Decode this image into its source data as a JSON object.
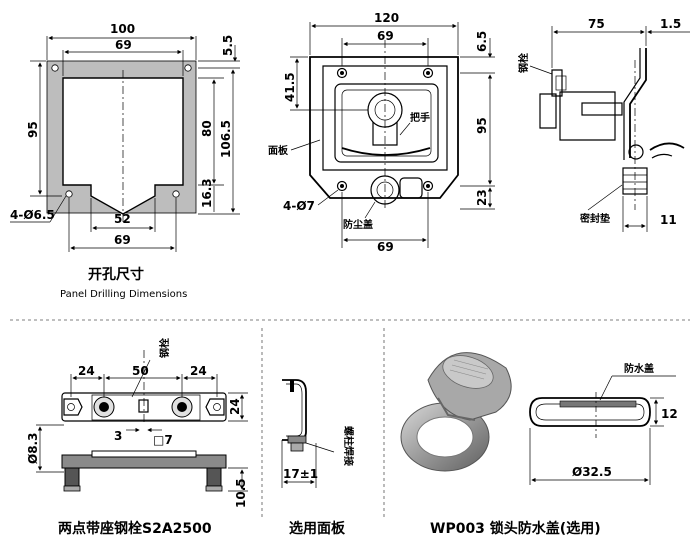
{
  "panel_drilling": {
    "title": "开孔尺寸",
    "subtitle": "Panel Drilling Dimensions",
    "dims": {
      "w100": "100",
      "w69": "69",
      "h5_5": "5.5",
      "h95": "95",
      "h80": "80",
      "h106_5": "106.5",
      "h16_3": "16.3",
      "w52": "52",
      "w69b": "69",
      "holes": "4-Ø6.5"
    }
  },
  "front_view": {
    "dims": {
      "w120": "120",
      "w69": "69",
      "h6_5": "6.5",
      "h41_5": "41.5",
      "h95": "95",
      "h23": "23",
      "w69b": "69",
      "holes": "4-Ø7"
    },
    "labels": {
      "handle": "把手",
      "panel": "面板",
      "dust_cover": "防尘盖"
    }
  },
  "side_view": {
    "dims": {
      "w75": "75",
      "w1_5": "1.5",
      "w11": "11"
    },
    "labels": {
      "steel_bolt": "钢栓",
      "seal": "密封垫"
    }
  },
  "bolt_base": {
    "caption": "两点带座钢栓S2A2500",
    "label": "钢栓",
    "dims": {
      "a24": "24",
      "b50": "50",
      "c24": "24",
      "h24": "24",
      "d8_3": "Ø8.3",
      "w3": "3",
      "sq7": "□7",
      "h10_5": "10.5"
    }
  },
  "optional_panel": {
    "caption": "选用面板",
    "label": "螺柱焊接",
    "dim": "17±1"
  },
  "waterproof": {
    "caption": "WP003 锁头防水盖(选用)",
    "label": "防水盖",
    "dims": {
      "h12": "12",
      "d32_5": "Ø32.5"
    }
  }
}
